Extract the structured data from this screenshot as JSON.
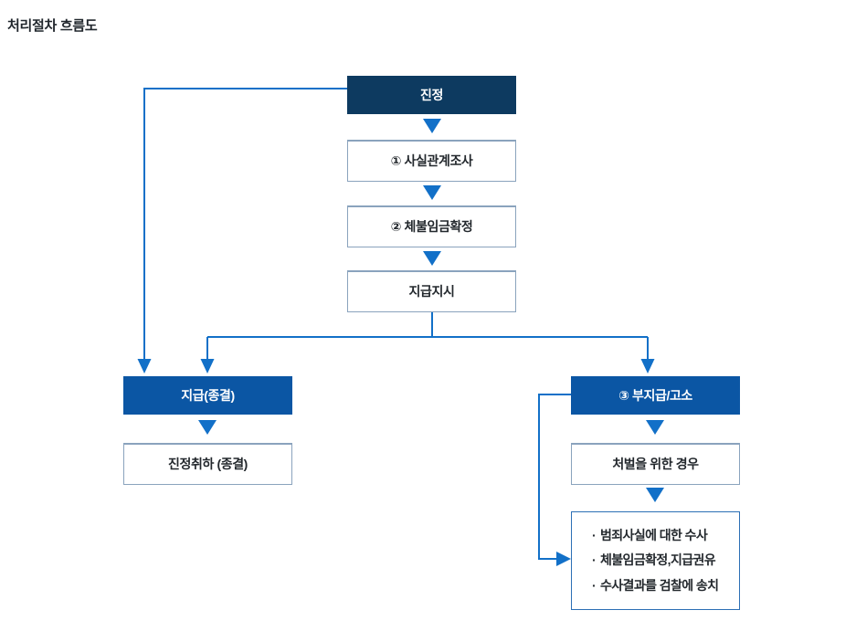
{
  "title": "처리절차 흐름도",
  "colors": {
    "dark_navy": "#0d3a60",
    "blue": "#0b56a4",
    "connector": "#1270c8",
    "plain_border": "#8aa3bd",
    "tall_border": "#2c6fb5",
    "text": "#23282d",
    "title_text": "#20262c",
    "box_fill": "#ffffff"
  },
  "nodes": {
    "complaint": {
      "label": "진정",
      "style": "dark-navy"
    },
    "fact_investigation": {
      "label": "① 사실관계조사",
      "style": "plain"
    },
    "wage_confirmation": {
      "label": "② 체불임금확정",
      "style": "plain"
    },
    "payment_order": {
      "label": "지급지시",
      "style": "plain"
    },
    "payment_closed": {
      "label": "지급(종결)",
      "style": "blue"
    },
    "complaint_withdrawn": {
      "label": "진정취하 (종결)",
      "style": "plain"
    },
    "nonpayment_accusation": {
      "label": "③ 부지급/고소",
      "style": "blue"
    },
    "punishment_case": {
      "label": "처벌을 위한 경우",
      "style": "plain"
    },
    "investigation_steps": {
      "style": "plain-tall",
      "items": [
        "범죄사실에 대한 수사",
        "체불임금확정,지급권유",
        "수사결과를 검찰에 송치"
      ]
    }
  },
  "connectors": [
    {
      "name": "complaint-to-fact-investigation",
      "kind": "arrow-down"
    },
    {
      "name": "fact-investigation-to-wage-confirmation",
      "kind": "arrow-down"
    },
    {
      "name": "wage-confirmation-to-payment-order",
      "kind": "arrow-down"
    },
    {
      "name": "complaint-to-payment-closed",
      "kind": "elbow-left-down-arrow"
    },
    {
      "name": "payment-order-split-left",
      "kind": "elbow-down-left-arrow"
    },
    {
      "name": "payment-order-split-right",
      "kind": "elbow-down-right-arrow"
    },
    {
      "name": "payment-closed-to-complaint-withdrawn",
      "kind": "arrow-down"
    },
    {
      "name": "nonpayment-to-punishment-case",
      "kind": "arrow-down"
    },
    {
      "name": "punishment-case-to-investigation-steps",
      "kind": "arrow-down"
    },
    {
      "name": "nonpayment-to-investigation-steps",
      "kind": "elbow-left-down-right-arrow"
    }
  ]
}
